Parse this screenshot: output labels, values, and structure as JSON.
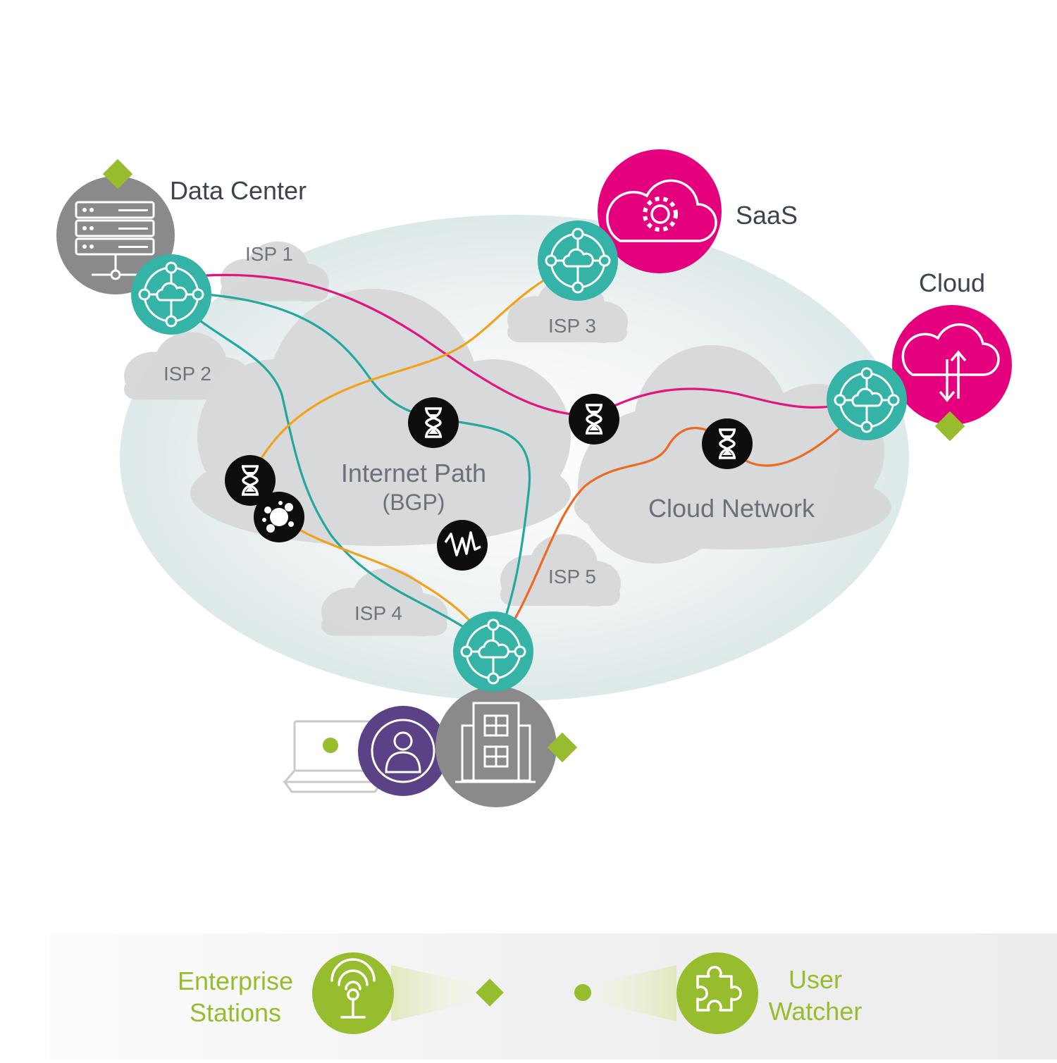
{
  "sites": {
    "data_center": "Data Center",
    "saas": "SaaS",
    "cloud": "Cloud"
  },
  "isps": [
    "ISP 1",
    "ISP 2",
    "ISP 3",
    "ISP 4",
    "ISP 5"
  ],
  "internet_path": {
    "title": "Internet Path",
    "subtitle": "(BGP)"
  },
  "cloud_network": "Cloud Network",
  "legend": {
    "enterprise_stations": [
      "Enterprise",
      "Stations"
    ],
    "user_watcher": [
      "User",
      "Watcher"
    ]
  },
  "colors": {
    "teal_node": "#35b3a7",
    "magenta": "#e5007e",
    "green": "#97bd2e",
    "gray_site": "#8a8a8a",
    "purple_user": "#5b4287",
    "path_magenta": "#e2147f",
    "path_teal": "#23a8a0",
    "path_orange": "#f2a21a",
    "path_red_orange": "#ec6a23"
  },
  "icons": [
    "router-icon",
    "server-icon",
    "saas-cloud-gear-icon",
    "cloud-updown-icon",
    "hourglass-icon",
    "splat-icon",
    "waveform-icon",
    "laptop-icon",
    "user-icon",
    "building-icon",
    "wifi-station-icon",
    "puzzle-icon"
  ]
}
